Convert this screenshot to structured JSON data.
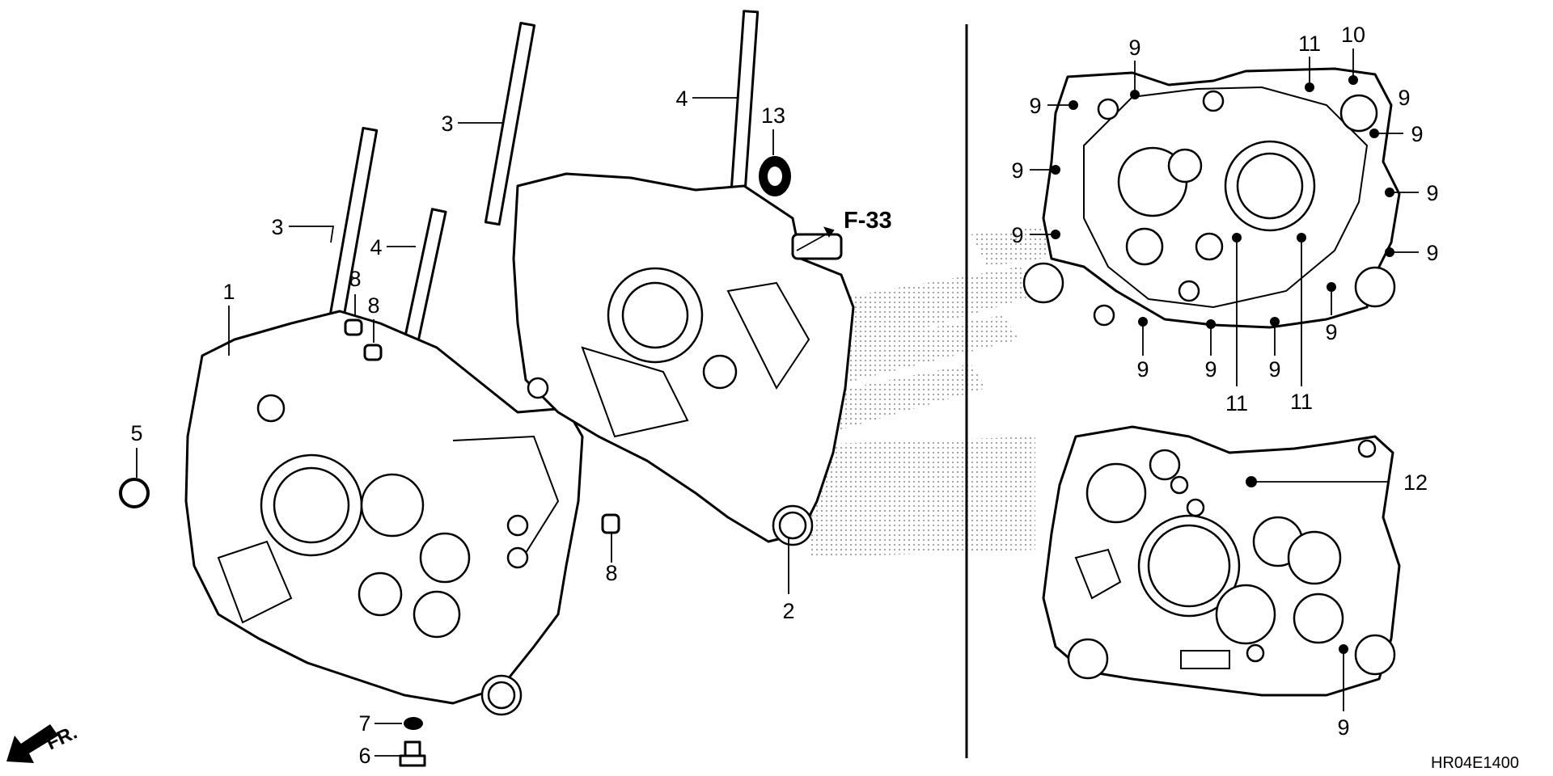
{
  "figure_code": "HR04E1400",
  "front_arrow_label": "FR.",
  "ref_label": "F-33",
  "callouts_left": [
    {
      "id": "c1",
      "text": "1"
    },
    {
      "id": "c2",
      "text": "2"
    },
    {
      "id": "c3a",
      "text": "3"
    },
    {
      "id": "c3b",
      "text": "3"
    },
    {
      "id": "c4a",
      "text": "4"
    },
    {
      "id": "c4b",
      "text": "4"
    },
    {
      "id": "c5",
      "text": "5"
    },
    {
      "id": "c6",
      "text": "6"
    },
    {
      "id": "c7",
      "text": "7"
    },
    {
      "id": "c8a",
      "text": "8"
    },
    {
      "id": "c8b",
      "text": "8"
    },
    {
      "id": "c8c",
      "text": "8"
    },
    {
      "id": "c13",
      "text": "13"
    }
  ],
  "callouts_right_top": [
    {
      "id": "r9a",
      "text": "9"
    },
    {
      "id": "r9b",
      "text": "9"
    },
    {
      "id": "r11a",
      "text": "11"
    },
    {
      "id": "r10",
      "text": "10"
    },
    {
      "id": "r9c",
      "text": "9"
    },
    {
      "id": "r9d",
      "text": "9"
    },
    {
      "id": "r9e",
      "text": "9"
    },
    {
      "id": "r9f",
      "text": "9"
    },
    {
      "id": "r9g",
      "text": "9"
    },
    {
      "id": "r9h",
      "text": "9"
    },
    {
      "id": "r9i",
      "text": "9"
    },
    {
      "id": "r9j",
      "text": "9"
    },
    {
      "id": "r9k",
      "text": "9"
    },
    {
      "id": "r9l",
      "text": "9"
    },
    {
      "id": "r11b",
      "text": "11"
    },
    {
      "id": "r11c",
      "text": "11"
    }
  ],
  "callouts_right_bottom": [
    {
      "id": "b12",
      "text": "12"
    },
    {
      "id": "b9",
      "text": "9"
    }
  ],
  "icons": {
    "front_arrow": "arrow-down-left-icon",
    "reference_arrow": "arrow-right-icon"
  }
}
